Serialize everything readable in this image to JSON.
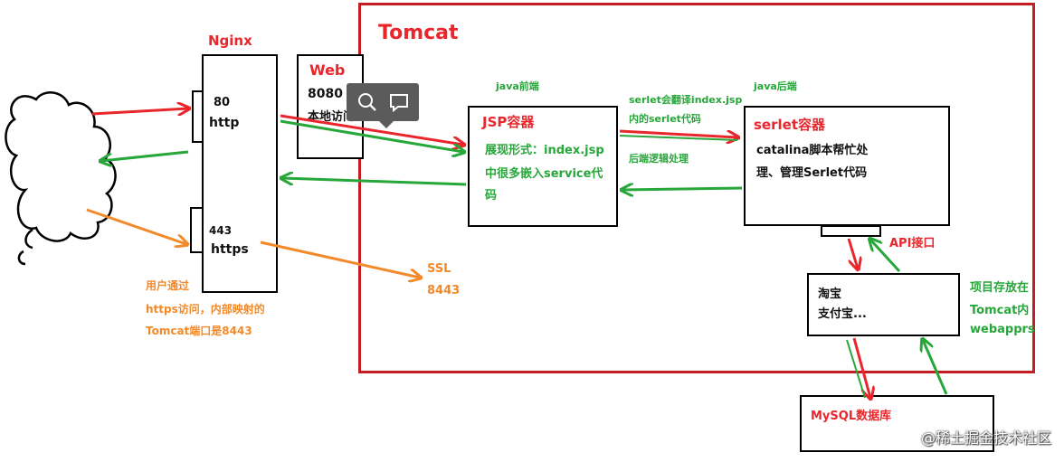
{
  "diagram": {
    "nginx": {
      "title": "Nginx",
      "port_http": "80",
      "label_http": "http",
      "port_https": "443",
      "label_https": "https"
    },
    "web": {
      "title": "Web",
      "port": "8080",
      "desc": "本地访问"
    },
    "tomcat": {
      "title": "Tomcat"
    },
    "jsp": {
      "tag": "java前端",
      "title": "JSP容器",
      "line1": "展现形式：index.jsp",
      "line2": "中很多嵌入service代",
      "line3": "码"
    },
    "serlet": {
      "tag": "java后端",
      "title": "serlet容器",
      "line1": "catalina脚本帮忙处",
      "line2": "理、管理Serlet代码"
    },
    "arrows": {
      "compile_1": "serlet会翻译index.jsp",
      "compile_2": "内的serlet代码",
      "backend": "后端逻辑处理",
      "api": "API接口"
    },
    "apps": {
      "line1": "淘宝",
      "line2": "支付宝..."
    },
    "project": {
      "line1": "项目存放在",
      "line2": "Tomcat内",
      "line3": "webapprs"
    },
    "mysql": {
      "label": "MySQL数据库"
    },
    "ssl": {
      "label": "SSL",
      "port": "8443"
    },
    "note": {
      "line1": "用户通过",
      "line2": "https访问，内部映射的",
      "line3": "Tomcat端口是8443"
    },
    "watermark": "@稀土掘金技术社区",
    "colors": {
      "red": "#e8262b",
      "green": "#27a73a",
      "orange": "#f28a2b",
      "frame": "#c21d23"
    }
  }
}
